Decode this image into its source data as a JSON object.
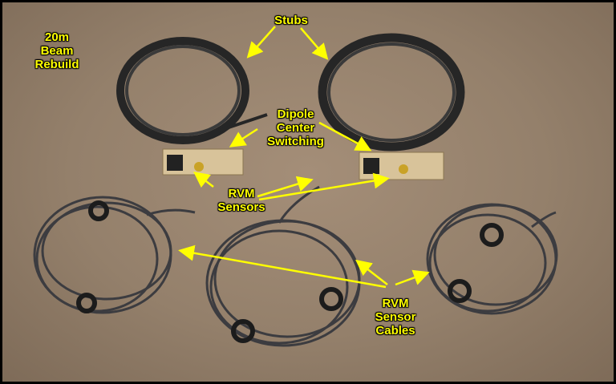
{
  "labels": {
    "title": [
      "20m",
      "Beam",
      "Rebuild"
    ],
    "stubs": "Stubs",
    "dipole": [
      "Dipole",
      "Center",
      "Switching"
    ],
    "rvm_sensors": [
      "RVM",
      "Sensors"
    ],
    "rvm_cables": [
      "RVM",
      "Sensor",
      "Cables"
    ]
  },
  "colors": {
    "label": "#ffff00",
    "carpet": "#9c8670",
    "cable": "#2a2a2a",
    "board": "#d8c39a"
  }
}
